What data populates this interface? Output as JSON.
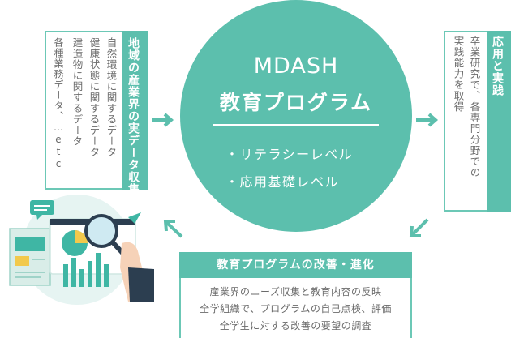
{
  "left_box": {
    "title": "地域の産業界の実データ収集",
    "lines": [
      "自然環境に関するデータ",
      "健康状態に関するデータ",
      "建造物に関するデータ",
      "各種業務データ、…etc"
    ]
  },
  "center": {
    "title_line1": "MDASH",
    "title_line2": "教育プログラム",
    "items": [
      "・リテラシーレベル",
      "・応用基礎レベル"
    ]
  },
  "right_box": {
    "title": "応用と実践",
    "lines": [
      "卒業研究で、各専門分野での",
      "実践能力を取得"
    ]
  },
  "bottom_box": {
    "title": "教育プログラムの改善・進化",
    "lines": [
      "産業界のニーズ収集と教育内容の反映",
      "全学組織で、プログラムの自己点検、評価",
      "全学生に対する改善の要望の調査"
    ]
  },
  "colors": {
    "teal": "#5cbfad",
    "light_teal": "#6cc8b6",
    "text_gray": "#6b6b6b"
  },
  "icons": [
    "arrow-right-icon",
    "arrow-right-icon",
    "arrow-down-left-icon",
    "arrow-up-left-icon",
    "data-analysis-illustration-icon"
  ]
}
